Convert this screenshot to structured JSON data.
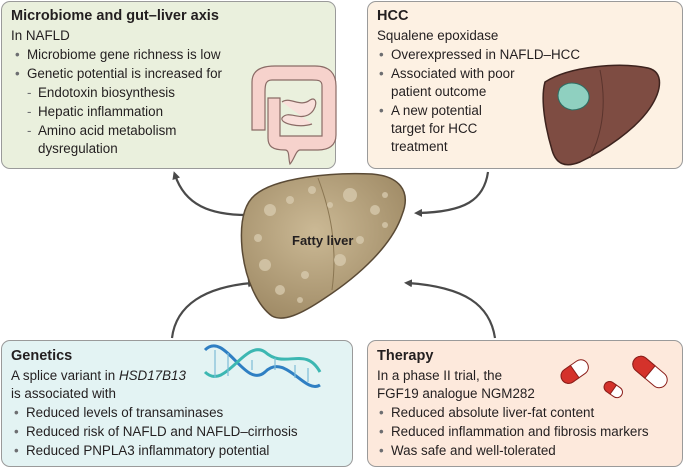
{
  "center": {
    "label": "Fatty liver"
  },
  "microbiome": {
    "title": "Microbiome and gut–liver axis",
    "subtitle": "In NAFLD",
    "bullets": [
      "Microbiome gene richness is low",
      "Genetic potential is increased for"
    ],
    "sub_items": [
      "Endotoxin biosynthesis",
      "Hepatic inflammation",
      "Amino acid metabolism",
      "dysregulation"
    ]
  },
  "hcc": {
    "title": "HCC",
    "subtitle": "Squalene epoxidase",
    "lines": [
      "Overexpressed in NAFLD–HCC",
      "Associated with poor",
      "patient outcome",
      "A new potential",
      "target for HCC",
      "treatment"
    ]
  },
  "genetics": {
    "title": "Genetics",
    "intro_prefix": "A splice variant in ",
    "gene": "HSD17B13",
    "intro_line2": "is associated with",
    "bullets": [
      "Reduced levels of transaminases",
      "Reduced risk of NAFLD and NAFLD–cirrhosis",
      "Reduced PNPLA3 inflammatory potential"
    ]
  },
  "therapy": {
    "title": "Therapy",
    "intro_line1": "In a phase II trial, the",
    "intro_line2": "FGF19 analogue NGM282",
    "bullets": [
      "Reduced absolute liver-fat content",
      "Reduced inflammation and fibrosis markers",
      "Was safe and well-tolerated"
    ]
  },
  "colors": {
    "microbiome_bg": "#eaf0dd",
    "hcc_bg": "#fdf1e3",
    "genetics_bg": "#e3f3f3",
    "therapy_bg": "#fde9dc",
    "fatty_liver": "#b8a382",
    "diseased_liver": "#7e4c42",
    "tumor": "#8fd0c0",
    "intestine": "#f6d2cc",
    "dna_blue": "#2f7fc3",
    "dna_teal": "#3cb7b2",
    "pill_red": "#d4322b",
    "arrow": "#4a4a4a"
  },
  "icons": [
    "intestine-icon",
    "diseased-liver-icon",
    "dna-helix-icon",
    "pills-icon",
    "fatty-liver-icon"
  ]
}
